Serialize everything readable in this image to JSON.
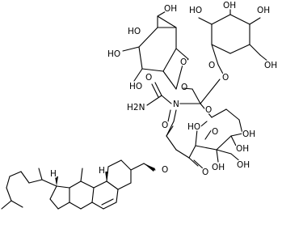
{
  "labels": {
    "nh2": "H2N",
    "n": "N",
    "o": "O",
    "oh": "OH",
    "ho": "HO",
    "h": "H"
  }
}
